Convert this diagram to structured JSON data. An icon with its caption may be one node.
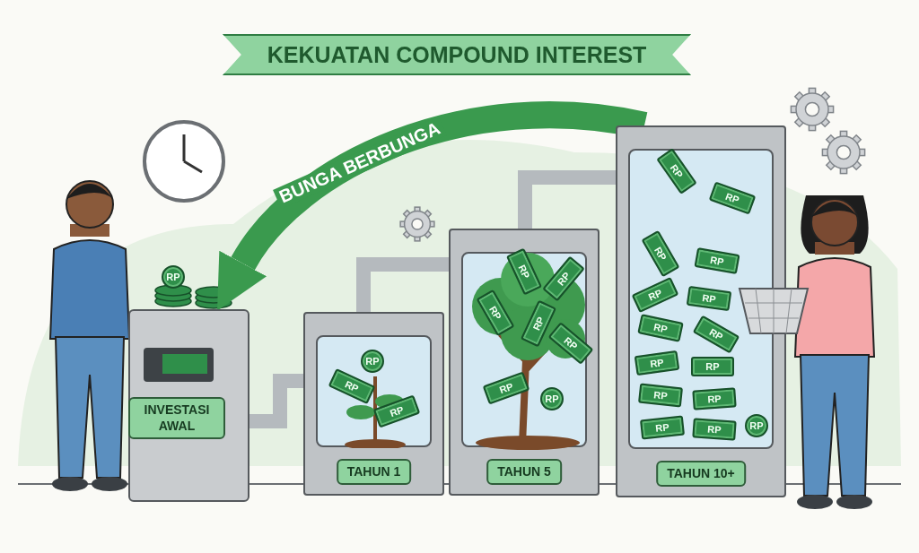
{
  "diagram": {
    "title": "KEKUATAN COMPOUND INTEREST",
    "nodes": [
      {
        "text": [
          "INVESTASI AWAL"
        ]
      },
      {
        "text": [
          "TAHUN 1"
        ]
      },
      {
        "text": [
          "TAHUN 5"
        ]
      },
      {
        "text": [
          "TAHUN 10+"
        ]
      }
    ],
    "edges": [
      {
        "from": 0,
        "to": 1,
        "arrow": "none"
      },
      {
        "from": 1,
        "to": 2,
        "arrow": "none"
      },
      {
        "from": 2,
        "to": 3,
        "arrow": "none"
      },
      {
        "from": 3,
        "to": 0,
        "arrow": "to",
        "label": "BUNGA BERBUNGA",
        "style": "thick",
        "color": "#3a9a4e"
      }
    ],
    "labels": [
      "RP",
      "RP",
      "RP",
      "RP",
      "RP",
      "RP",
      "RP",
      "RP",
      "RP",
      "RP",
      "RP",
      "RP",
      "RP",
      "RP",
      "RP",
      "RP",
      "RP",
      "RP",
      "RP",
      "RP",
      "RP",
      "RP",
      "RP",
      "RP",
      "RP",
      "RP"
    ]
  }
}
